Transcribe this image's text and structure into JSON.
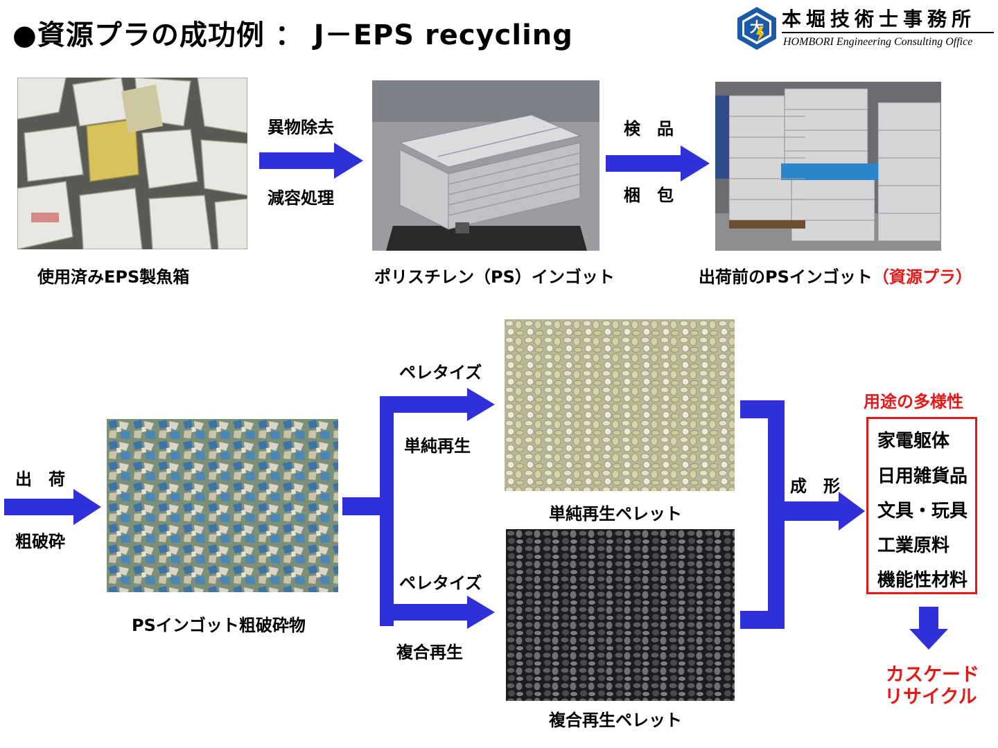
{
  "title": "●資源プラの成功例 ： J－EPS recycling",
  "logo": {
    "name": "本堀技術士事務所",
    "sub": "HOMBORI Engineering Consulting Office"
  },
  "row1": {
    "step1_top": "異物除去",
    "step1_bottom": "減容処理",
    "step2_top": "検　品",
    "step2_bottom": "梱　包",
    "caption1": "使用済みEPS製魚箱",
    "caption2": "ポリスチレン（PS）インゴット",
    "caption3_main": "出荷前のPSインゴット",
    "caption3_red": "（資源プラ）"
  },
  "row2": {
    "ship_top": "出　荷",
    "ship_bottom": "粗破砕",
    "caption_crush": "PSインゴット粗破砕物",
    "pelletize_upper": "ペレタイズ",
    "simple_regen": "単純再生",
    "pelletize_lower": "ペレタイズ",
    "composite_regen": "複合再生",
    "caption_simple_pellet": "単純再生ペレット",
    "caption_composite_pellet": "複合再生ペレット",
    "molding": "成　形",
    "uses_title": "用途の多様性",
    "uses": [
      "家電躯体",
      "日用雑貨品",
      "文具・玩具",
      "工業原料",
      "機能性材料"
    ],
    "cascade_1": "カスケード",
    "cascade_2": "リサイクル"
  },
  "colors": {
    "arrow": "#3030d8",
    "accent_red": "#e51818"
  },
  "icons": {
    "logo": "company-logo-icon"
  }
}
